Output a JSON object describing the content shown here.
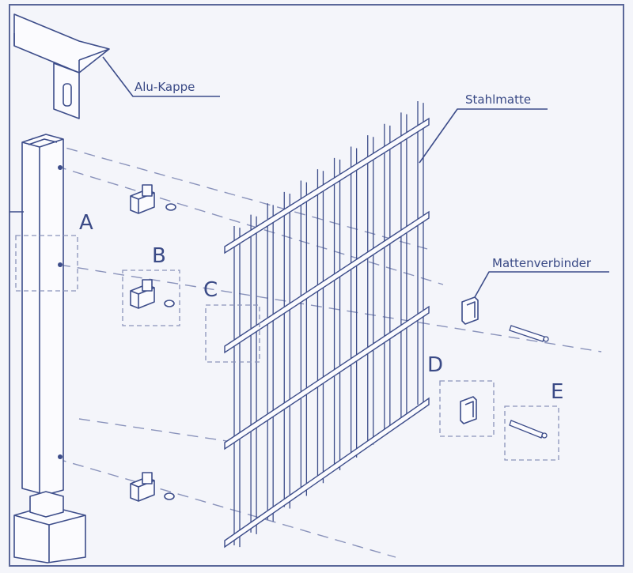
{
  "diagram": {
    "colors": {
      "line": "#3d4d8a",
      "dash": "#8a93bb",
      "paper": "#f4f5fa",
      "frame": "#5a6799"
    },
    "labels": {
      "alu_kappe": "Alu-Kappe",
      "stahlmatte": "Stahlmatte",
      "mattenverbinder": "Mattenverbinder"
    },
    "details": {
      "a": "A",
      "b": "B",
      "c": "C",
      "d": "D",
      "e": "E"
    }
  }
}
